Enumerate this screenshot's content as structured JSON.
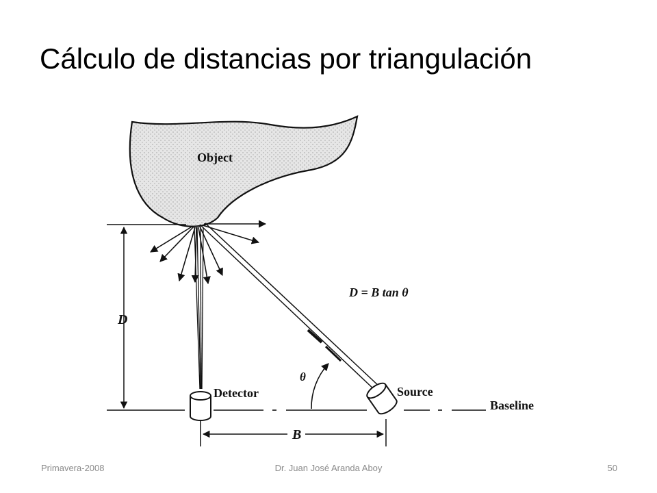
{
  "slide": {
    "title": "Cálculo de distancias por triangulación"
  },
  "diagram": {
    "object_label": "Object",
    "detector_label": "Detector",
    "source_label": "Source",
    "baseline_label": "Baseline",
    "distance_label": "D",
    "baseline_length_label": "B",
    "angle_label": "θ",
    "formula": "D = B tan θ",
    "colors": {
      "ink": "#111111",
      "object_fill": "#e4e4e4"
    }
  },
  "footer": {
    "left": "Primavera-2008",
    "center": "Dr. Juan José Aranda Aboy",
    "page_number": "50"
  }
}
